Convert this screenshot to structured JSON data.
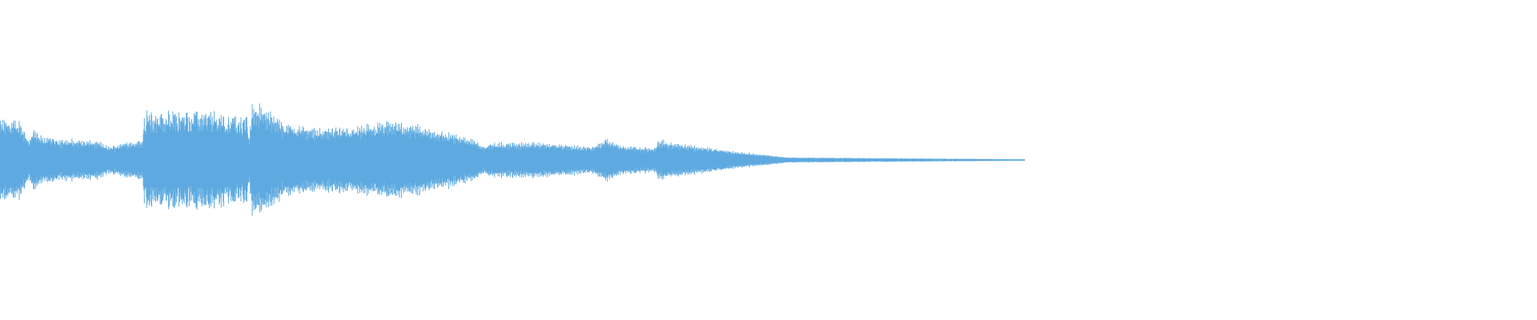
{
  "waveform": {
    "color": "#5eaae0",
    "background": "#ffffff",
    "envelope_keyframes": [
      [
        0,
        0.6
      ],
      [
        20,
        0.58
      ],
      [
        30,
        0.3
      ],
      [
        34,
        0.46
      ],
      [
        40,
        0.36
      ],
      [
        60,
        0.32
      ],
      [
        100,
        0.28
      ],
      [
        110,
        0.2
      ],
      [
        130,
        0.28
      ],
      [
        145,
        0.3
      ],
      [
        146,
        0.8
      ],
      [
        170,
        0.8
      ],
      [
        215,
        0.8
      ],
      [
        250,
        0.7
      ],
      [
        253,
        0.3
      ],
      [
        256,
        0.88
      ],
      [
        290,
        0.55
      ],
      [
        320,
        0.48
      ],
      [
        365,
        0.5
      ],
      [
        400,
        0.58
      ],
      [
        440,
        0.46
      ],
      [
        480,
        0.32
      ],
      [
        492,
        0.2
      ],
      [
        495,
        0.26
      ],
      [
        550,
        0.26
      ],
      [
        600,
        0.2
      ],
      [
        615,
        0.32
      ],
      [
        630,
        0.22
      ],
      [
        665,
        0.18
      ],
      [
        668,
        0.3
      ],
      [
        740,
        0.14
      ],
      [
        800,
        0.04
      ],
      [
        900,
        0.028
      ],
      [
        1040,
        0.012
      ]
    ]
  }
}
